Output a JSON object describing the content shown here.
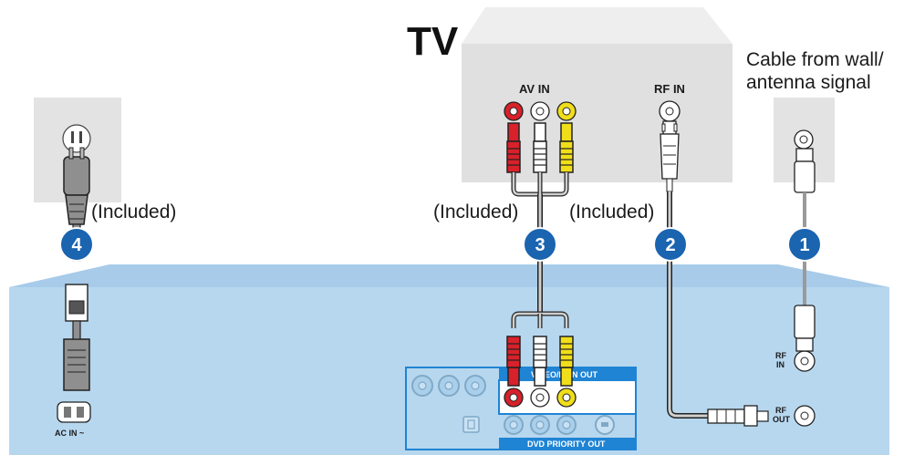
{
  "labels": {
    "tv": "TV",
    "cable_line1": "Cable from wall/",
    "cable_line2": "antenna signal",
    "av_in": "AV IN",
    "rf_in_tv": "RF IN",
    "included_power": "(Included)",
    "included_av": "(Included)",
    "included_rf": "(Included)",
    "rf_in_label_1": "RF",
    "rf_in_label_2": "IN",
    "rf_out_label_1": "RF",
    "rf_out_label_2": "OUT",
    "ac_in": "AC IN ~",
    "video_mon_out": "VIDEO/MON OUT",
    "dvd_priority_out": "DVD    PRIORITY OUT"
  },
  "steps": [
    "1",
    "2",
    "3",
    "4"
  ],
  "colors": {
    "device_blue": "#b7d7ef",
    "device_top": "#a7cbe9",
    "wall_gray": "#e3e3e3",
    "tv_gray": "#e0e0e0",
    "step_blue": "#1a64b0",
    "panel_blue": "#1f84d4",
    "jack_red": "#d8212a",
    "jack_yellow": "#f0de1a",
    "cable_gray": "#9a9a9a"
  }
}
